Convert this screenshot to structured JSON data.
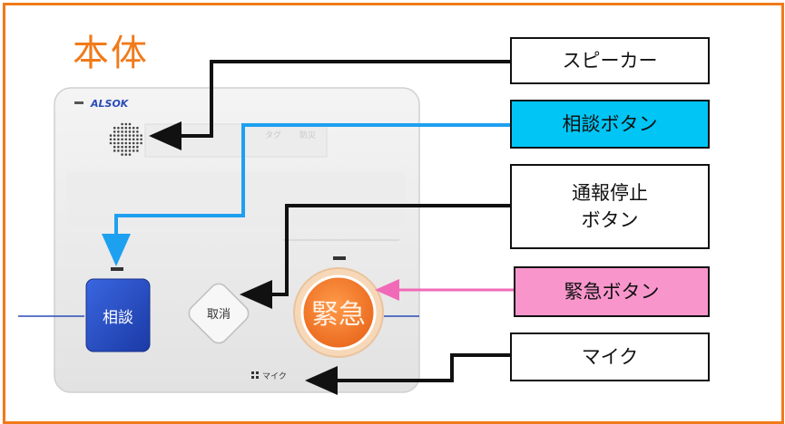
{
  "title": "本体",
  "device": {
    "brand": "ALSOK",
    "sos_button": "相談",
    "cancel_button": "取消",
    "emergency_button": "緊急",
    "mic_text": "マイク",
    "indicator_texts": [
      "タグ",
      "防災"
    ]
  },
  "callouts": [
    {
      "id": "speaker",
      "text": "スピーカー",
      "fill": "#ffffff"
    },
    {
      "id": "consult",
      "text": "相談ボタン",
      "fill": "#00c5f5"
    },
    {
      "id": "stop",
      "text": "通報停止\nボタン",
      "fill": "#ffffff"
    },
    {
      "id": "emergency",
      "text": "緊急ボタン",
      "fill": "#f896cc"
    },
    {
      "id": "mic",
      "text": "マイク",
      "fill": "#ffffff"
    }
  ],
  "colors": {
    "frame": "#f07a1a",
    "title": "#f07a1a",
    "consult_line": "#1ea0f0",
    "emergency_line": "#f06ab8",
    "black_line": "#111111",
    "sos_blue": "#1f44b8",
    "emergency_orange": "#f07a2a"
  }
}
